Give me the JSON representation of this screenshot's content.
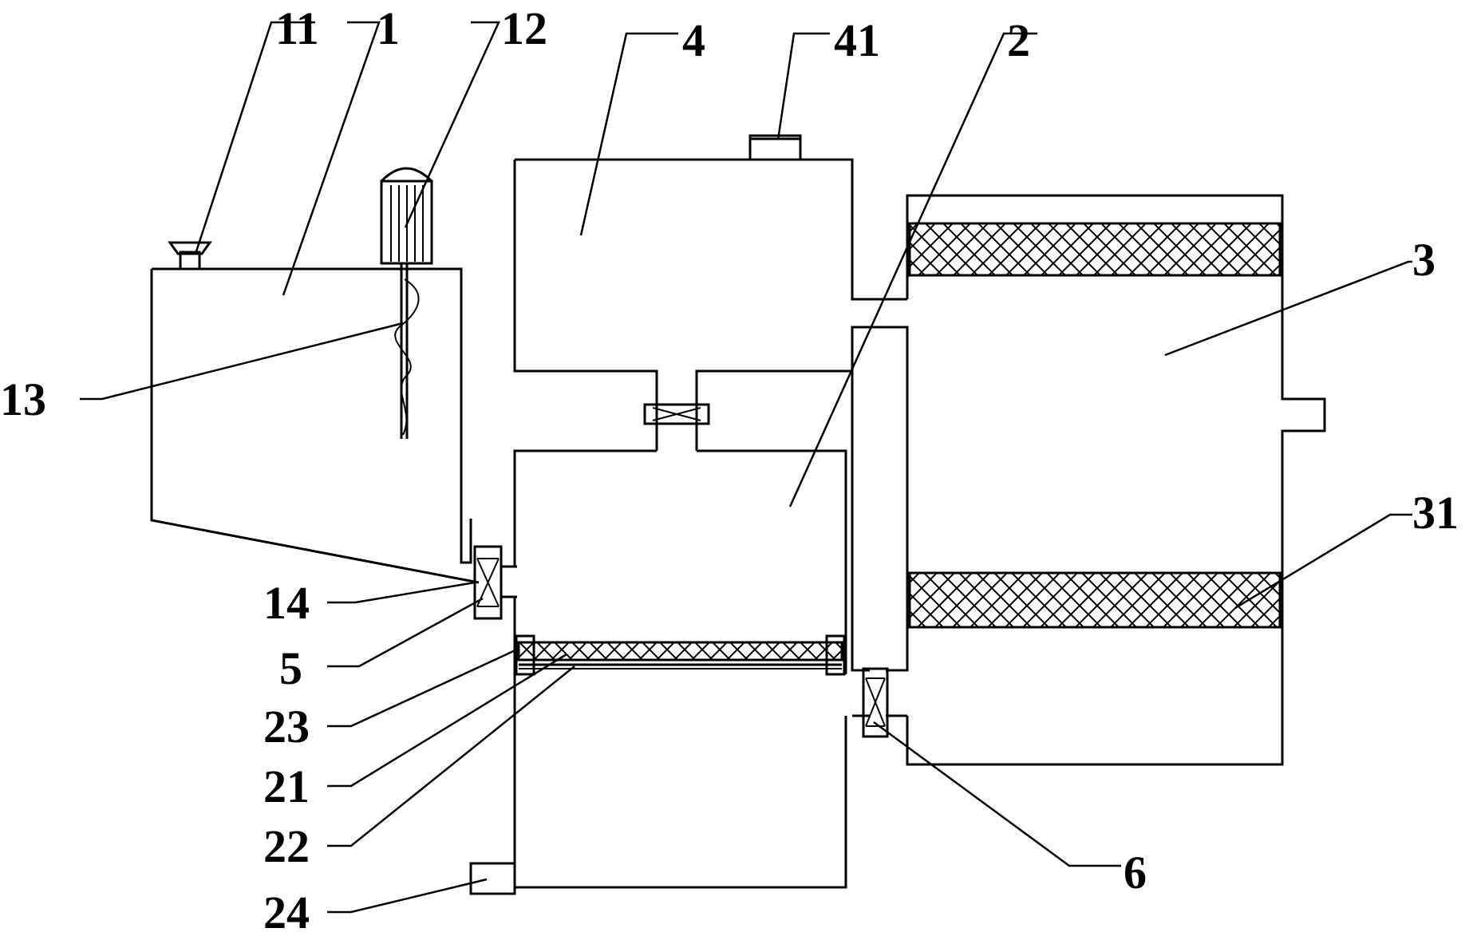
{
  "labels": {
    "l11": "11",
    "l1": "1",
    "l12": "12",
    "l4": "4",
    "l41": "41",
    "l2": "2",
    "l3": "3",
    "l13": "13",
    "l31": "31",
    "l14": "14",
    "l5": "5",
    "l23": "23",
    "l21": "21",
    "l22": "22",
    "l24": "24",
    "l6": "6"
  }
}
